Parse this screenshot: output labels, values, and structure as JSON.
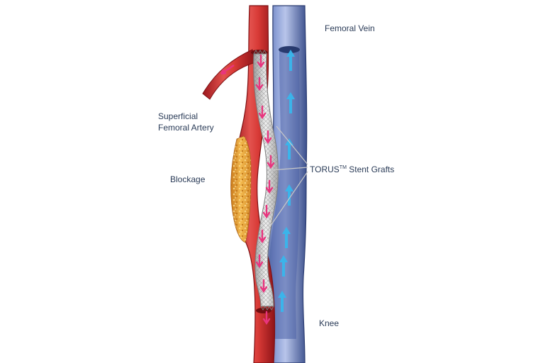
{
  "labels": {
    "femoral_vein": "Femoral Vein",
    "sfa_line1": "Superficial",
    "sfa_line2": "Femoral Artery",
    "blockage": "Blockage",
    "torus_name": "TORUS",
    "torus_tm": "TM",
    "torus_rest": " Stent Grafts",
    "knee": "Knee"
  },
  "colors": {
    "artery": "#c8262b",
    "artery_light": "#e86f68",
    "vein": "#5468a8",
    "vein_light": "#aab8e2",
    "plaque": "#e9a338",
    "stent": "#d9d9d9",
    "flow_arrow_artery": "#e8357e",
    "flow_arrow_vein": "#38b6ec",
    "leader_line": "#c8c8c8",
    "label_text": "#2a3b57"
  },
  "icons": {
    "artery_flow": "arrow-down-icon",
    "vein_flow": "arrow-up-icon"
  }
}
